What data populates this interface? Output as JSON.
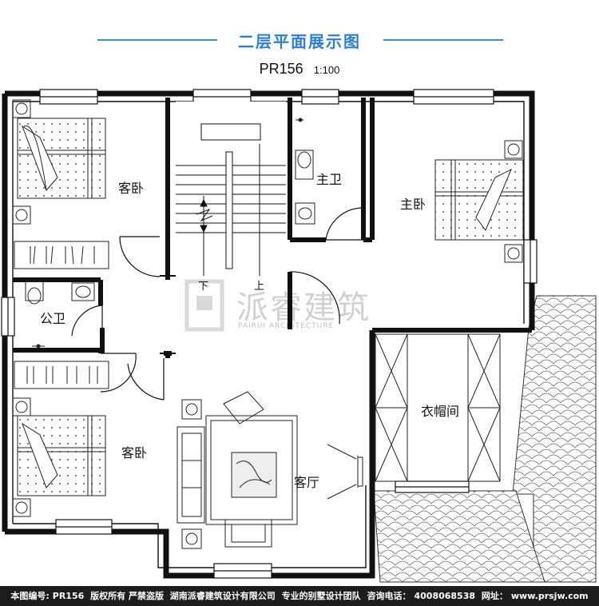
{
  "header": {
    "title": "二层平面展示图",
    "plan_code": "PR156",
    "scale": "1:100"
  },
  "rooms": {
    "guest_bedroom_top": "客卧",
    "guest_bedroom_bottom": "客卧",
    "master_bath": "主卫",
    "master_bedroom": "主卧",
    "public_bath": "公卫",
    "living_room": "客厅",
    "walk_in_closet": "衣帽间",
    "stair_down": "下",
    "stair_up": "上"
  },
  "watermark": {
    "text": "派睿建筑",
    "subtext": "PAIRUI ARCHITECTURE"
  },
  "footer": {
    "plan_no_label": "本图编号:",
    "plan_no": "PR156",
    "copyright": "版权所有 严禁盗版",
    "company": "湖南派睿建筑设计有限公司",
    "tagline": "专业的别墅设计团队",
    "phone_label": "咨询电话：",
    "phone": "4008068538",
    "site_label": "网址：",
    "site": "www.prsjw.com"
  },
  "colors": {
    "accent": "#2d7fd3",
    "wall": "#111111",
    "footer_bg": "#1d1d1d"
  }
}
